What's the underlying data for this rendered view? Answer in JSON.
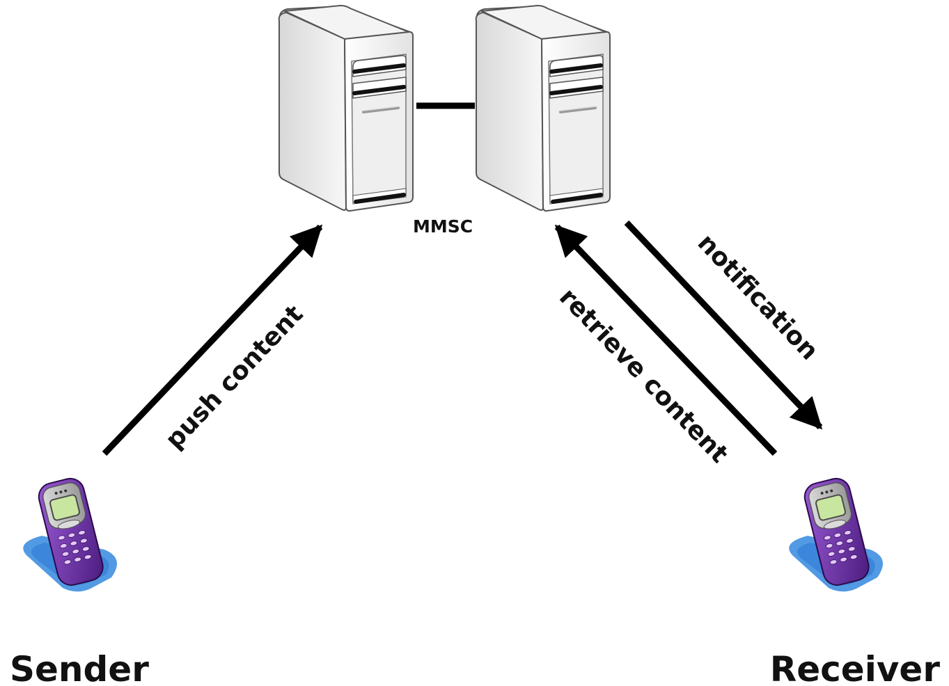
{
  "diagram": {
    "server_label": "MMSC",
    "sender_label": "Sender",
    "receiver_label": "Receiver",
    "arrows": {
      "push": "push content",
      "retrieve": "retrieve content",
      "notification": "notification"
    }
  },
  "icons": {
    "server": "server-tower-icon",
    "phone": "mobile-phone-icon"
  },
  "colors": {
    "arrow": "#000000",
    "phone_body": "#6a2fa3",
    "phone_screen": "#c8e6a0",
    "phone_shadow": "#3f8fe0",
    "server_body": "#f0f0f0"
  }
}
